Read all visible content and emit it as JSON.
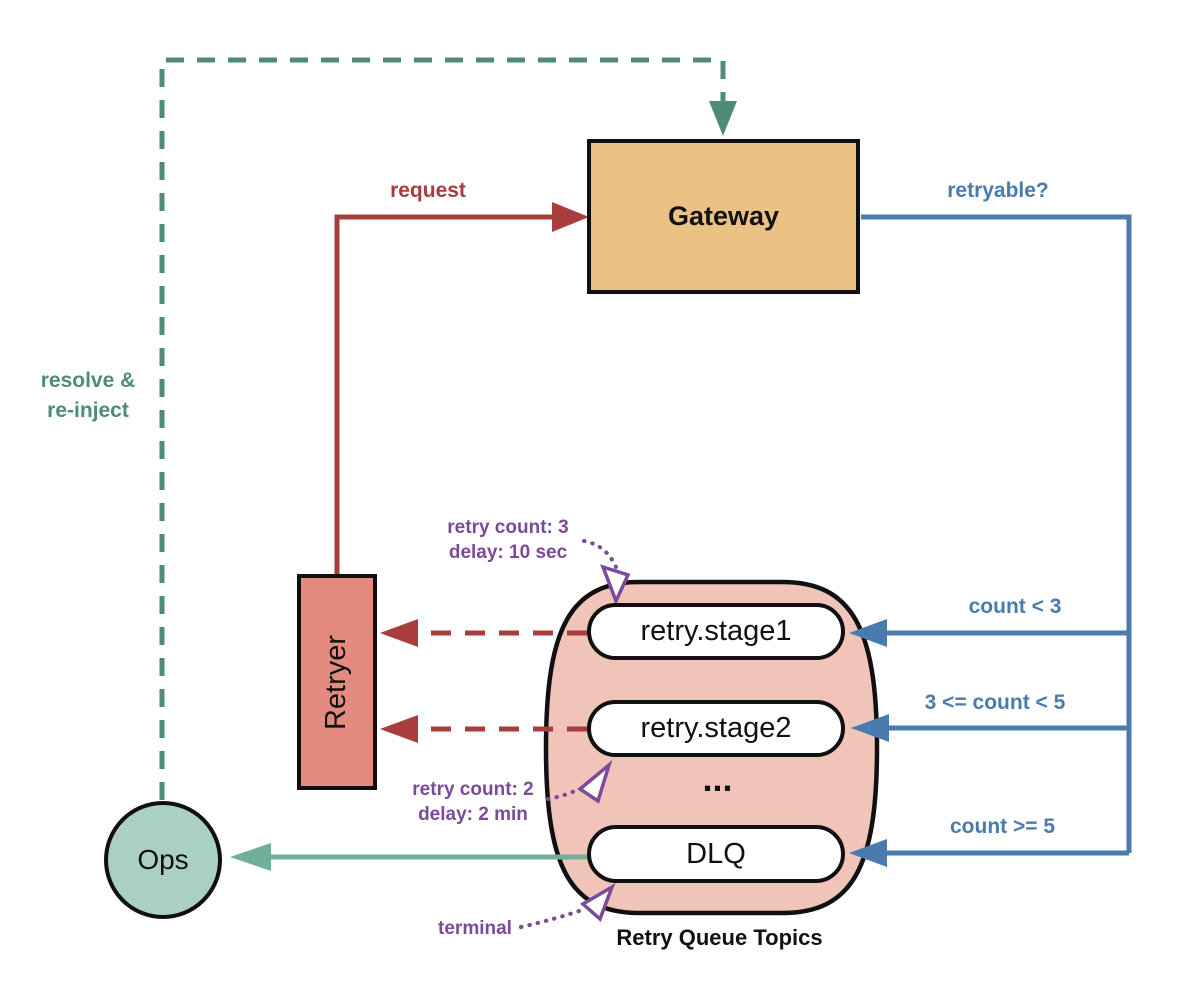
{
  "nodes": {
    "gateway": "Gateway",
    "retryer": "Retryer",
    "ops": "Ops",
    "queue_title": "Retry Queue Topics",
    "topics": [
      {
        "label": "retry.stage1"
      },
      {
        "label": "retry.stage2"
      },
      {
        "label": "DLQ"
      }
    ],
    "ellipsis": "..."
  },
  "edges": {
    "request": "request",
    "retryable": "retryable?",
    "count_lt_3": "count < 3",
    "count_3_to_5": "3 <= count < 5",
    "count_ge_5": "count >= 5",
    "resolve_reinject": "resolve &\nre-inject"
  },
  "annotations": {
    "stage1": "retry count: 3\ndelay: 10 sec",
    "stage2": "retry count: 2\ndelay: 2 min",
    "dlq": "terminal"
  },
  "colors": {
    "teal": "#4e8c77",
    "teal_light": "#6faf9c",
    "red": "#a93c3c",
    "blue": "#4a7bae",
    "purple": "#7b4a9b",
    "gateway_fill": "#ecc184",
    "retryer_fill": "#e28b7e",
    "queue_fill": "#f0c4b9",
    "ops_fill": "#a9d0c3",
    "outline": "#101010"
  }
}
